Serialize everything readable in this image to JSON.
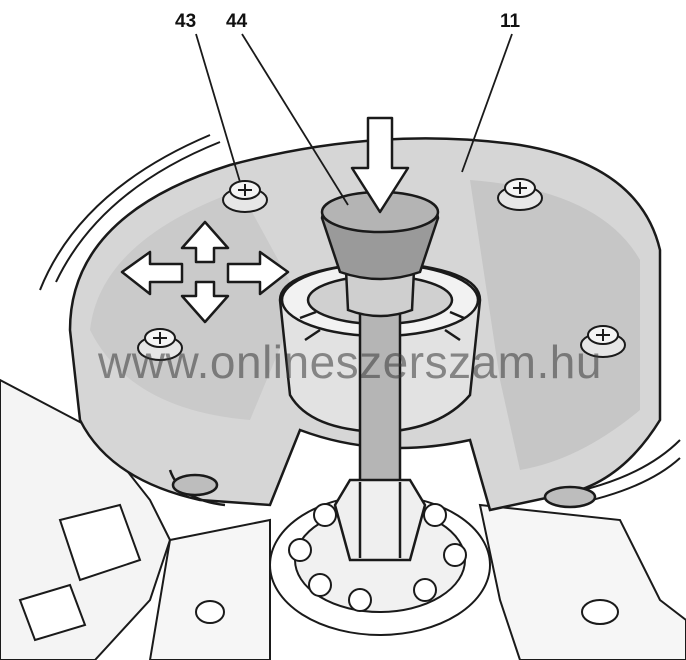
{
  "callouts": {
    "left": "43",
    "middle": "44",
    "right": "11"
  },
  "watermark": {
    "text": "www.onlineszerszam.hu"
  },
  "colors": {
    "guard_fill": "#d6d6d6",
    "guard_shadow": "#bdbdbd",
    "plunger_fill": "#9a9a9a",
    "line": "#1a1a1a",
    "background": "#ffffff"
  }
}
